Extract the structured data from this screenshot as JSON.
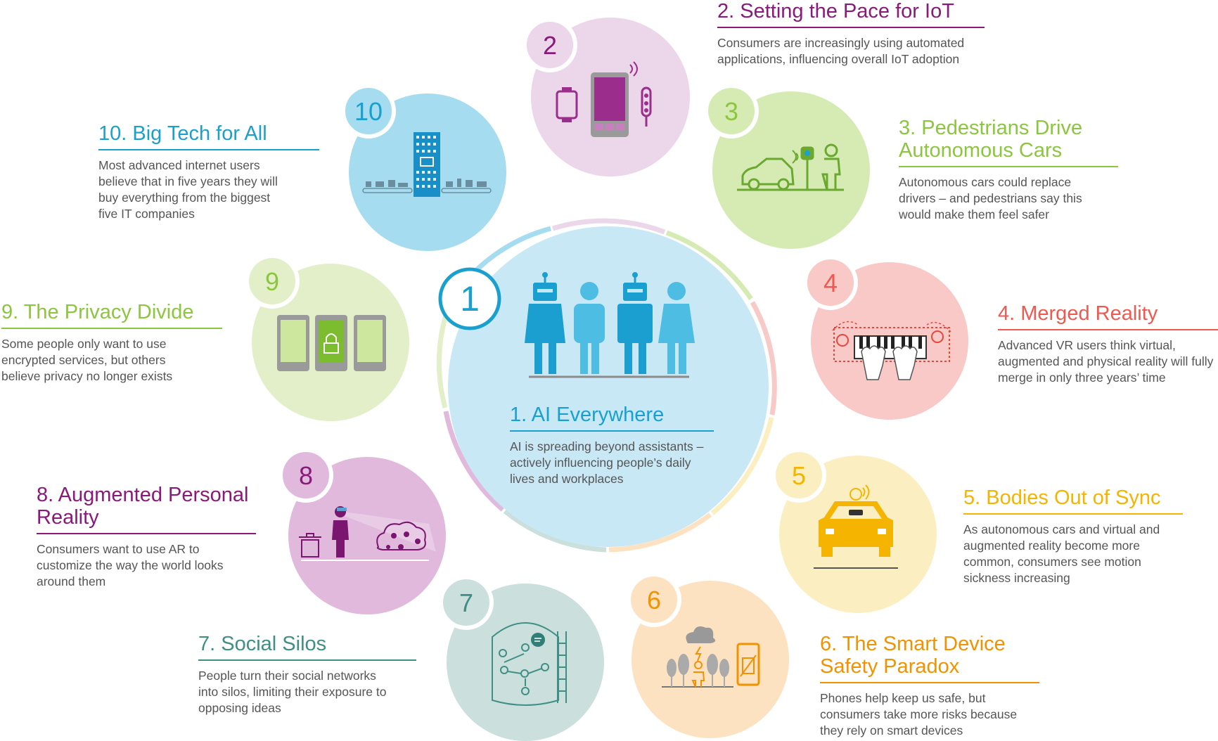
{
  "trends": [
    {
      "id": 1,
      "number": "1",
      "title": "1. AI Everywhere",
      "description": "AI is spreading beyond assistants – actively influencing people’s daily lives and workplaces",
      "color": "#1aa0cf",
      "fill": "#c8e8f5",
      "icon": "robots-and-people-icon"
    },
    {
      "id": 2,
      "number": "2",
      "title": "2. Setting the Pace for IoT",
      "description": "Consumers are increasingly using automated applications, influencing  overall IoT adoption",
      "color": "#8a1a7a",
      "fill": "#ecd6ea",
      "icon": "smartphone-iot-icon"
    },
    {
      "id": 3,
      "number": "3",
      "title": "3. Pedestrians Drive Autonomous Cars",
      "description": "Autonomous cars could replace drivers – and pedestrians say this would make them feel safer",
      "color": "#8cc63f",
      "fill": "#d6ebb4",
      "icon": "car-pedestrian-icon"
    },
    {
      "id": 4,
      "number": "4",
      "title": "4. Merged Reality",
      "description": "Advanced VR users think virtual, augmented and physical reality will fully merge in only three years’ time",
      "color": "#ee5a4f",
      "fill": "#f8c9c6",
      "icon": "piano-hands-icon"
    },
    {
      "id": 5,
      "number": "5",
      "title": "5. Bodies Out of Sync",
      "description": "As autonomous cars and virtual and augmented reality become more common, consumers see motion sickness increasing",
      "color": "#f4b400",
      "fill": "#fbefc2",
      "icon": "car-vr-icon"
    },
    {
      "id": 6,
      "number": "6",
      "title": "6. The Smart Device Safety Paradox",
      "description": "Phones help keep us safe, but consumers take more risks because they rely on smart devices",
      "color": "#f39200",
      "fill": "#fde2c2",
      "icon": "phone-storm-icon"
    },
    {
      "id": 7,
      "number": "7",
      "title": "7. Social Silos",
      "description": "People turn their social networks into silos, limiting their exposure to opposing ideas",
      "color": "#3f8f86",
      "fill": "#cbdfdc",
      "icon": "social-silo-icon"
    },
    {
      "id": 8,
      "number": "8",
      "title": "8. Augmented Personal Reality",
      "description": "Consumers want to use AR to customize the way the world looks around them",
      "color": "#8a1a7a",
      "fill": "#e0b9dc",
      "icon": "ar-person-icon"
    },
    {
      "id": 9,
      "number": "9",
      "title": "9. The Privacy Divide",
      "description": "Some people only want to use encrypted services, but others believe privacy no longer exists",
      "color": "#8cc63f",
      "fill": "#e2efc9",
      "icon": "encrypted-phone-icon"
    },
    {
      "id": 10,
      "number": "10",
      "title": "10. Big Tech for All",
      "description": "Most advanced internet users believe that in five years they will buy everything from the biggest five IT companies",
      "color": "#1aa0cf",
      "fill": "#a6dcef",
      "icon": "big-tech-building-icon"
    }
  ]
}
